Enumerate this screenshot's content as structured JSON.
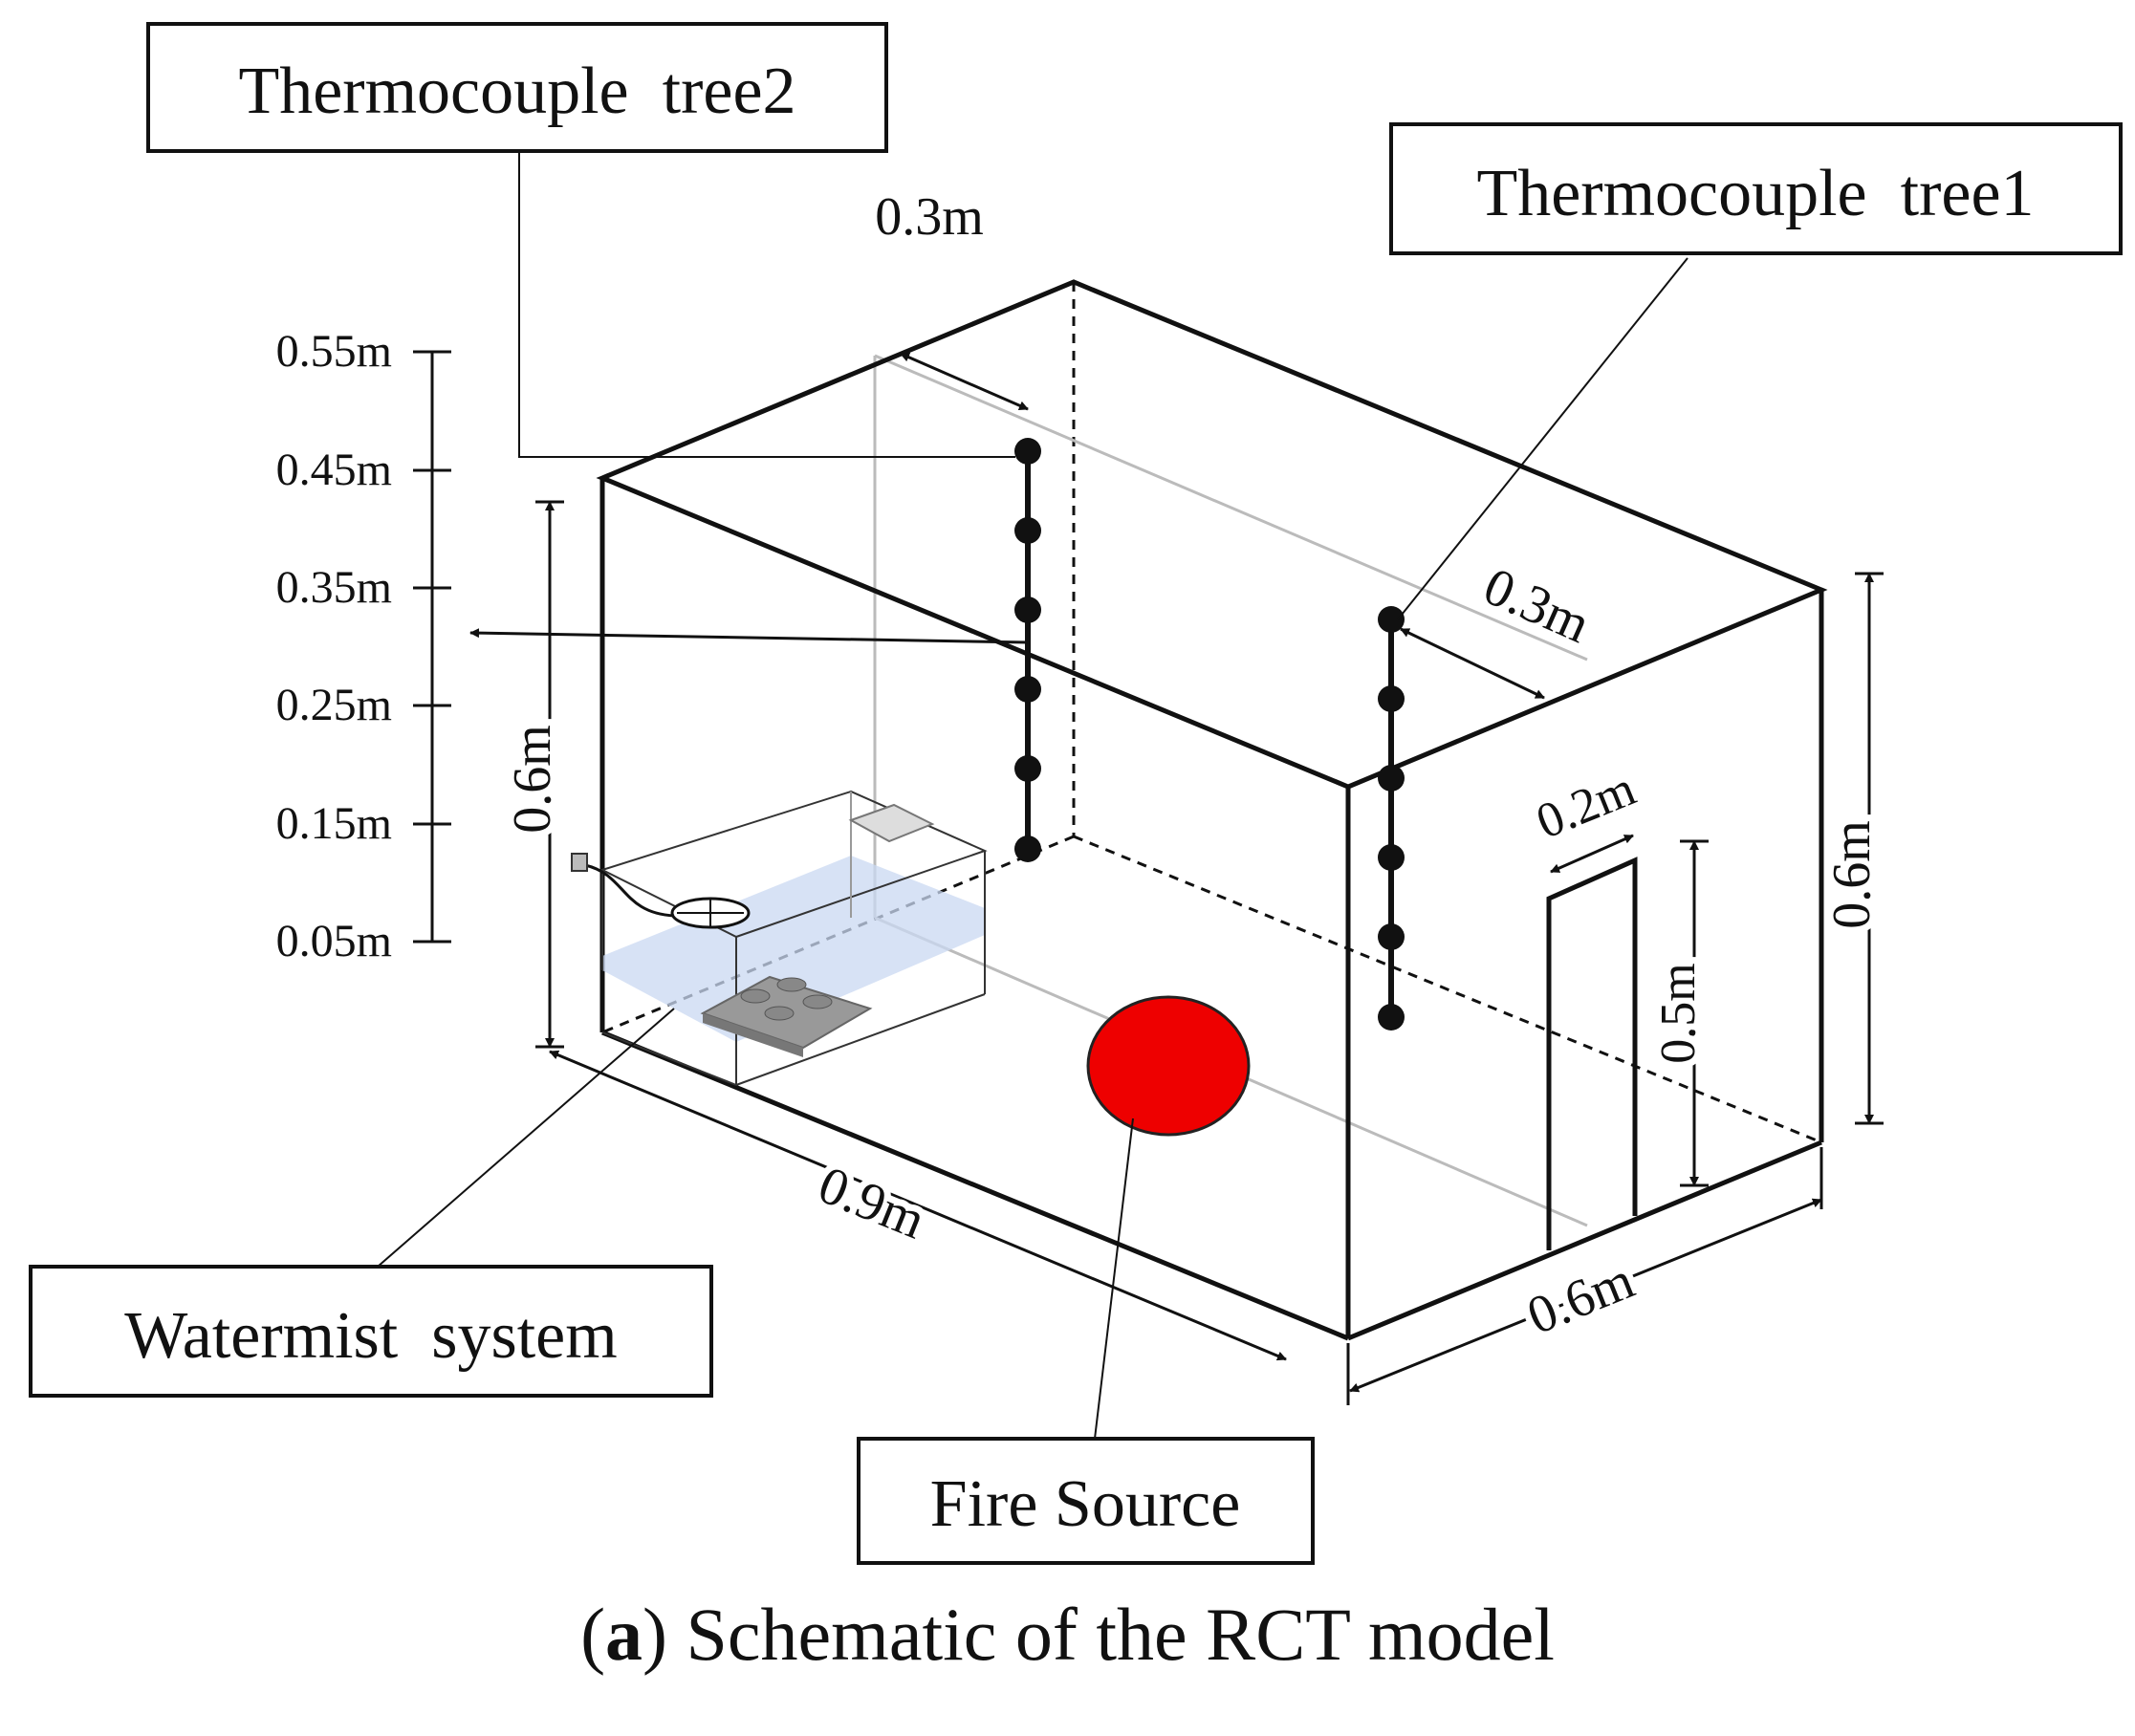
{
  "labels": {
    "tc_tree2": "Thermocouple  tree2",
    "tc_tree1": "Thermocouple  tree1",
    "watermist": "Watermist  system",
    "fire_source": "Fire Source"
  },
  "dimensions": {
    "top_offset_left": "0.3m",
    "top_offset_right": "0.3m",
    "height_left": "0.6m",
    "height_right": "0.6m",
    "length": "0.9m",
    "width": "0.6m",
    "door_width": "0.2m",
    "door_height": "0.5m"
  },
  "height_scale": {
    "ticks": [
      "0.55m",
      "0.45m",
      "0.35m",
      "0.25m",
      "0.15m",
      "0.05m"
    ]
  },
  "caption": {
    "letter": "a",
    "open": "(",
    "close": ")",
    "text": " Schematic of the RCT model"
  },
  "colors": {
    "fire": "#ee0000",
    "line": "#111111",
    "mist": "#c9d8f2"
  }
}
